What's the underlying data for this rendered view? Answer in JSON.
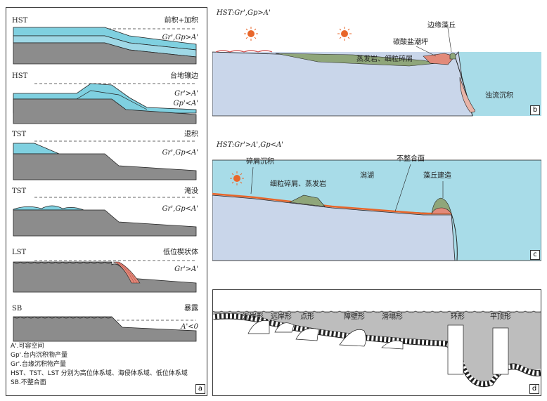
{
  "panel_a": {
    "tag": "a",
    "rows": [
      {
        "code": "HST",
        "title": "前积+加积",
        "formula": "Gr',Gp>A'"
      },
      {
        "code": "HST",
        "title": "台地镶边",
        "formula": "Gr'>A'",
        "formula2": "Gp'<A'"
      },
      {
        "code": "TST",
        "title": "退积",
        "formula": "Gr',Gp<A'"
      },
      {
        "code": "TST",
        "title": "淹没",
        "formula": "Gr',Gp<A'"
      },
      {
        "code": "LST",
        "title": "低位楔状体",
        "formula": "Gr'>A'"
      },
      {
        "code": "SB",
        "title": "暴露",
        "formula": "A'<0"
      }
    ],
    "legend": [
      "A'.可容空间",
      "Gp'.台内沉积物产量",
      "Gr'.台缘沉积物产量",
      "HST、TST、LST 分别为高位体系域、海侵体系域、低位体系域",
      "SB.不整合面"
    ]
  },
  "panel_b": {
    "tag": "b",
    "header": "HST:Gr',Gp>A'",
    "labels": {
      "reef": "边缘藻丘",
      "tidal": "碳酸盐潮坪",
      "evap": "蒸发岩、细粒碎屑",
      "turbid": "浊流沉积"
    }
  },
  "panel_c": {
    "tag": "c",
    "header": "HST:Gr'>A',Gp<A'",
    "labels": {
      "clastic": "碎屑沉积",
      "fine": "细粒碎屑、蒸发岩",
      "lagoon": "潟湖",
      "unconf": "不整合面",
      "mound": "藻丘建造"
    }
  },
  "panel_d": {
    "tag": "d",
    "labels": [
      "近岸形",
      "远岸形",
      "点形",
      "障壁形",
      "滑塌形",
      "环形",
      "平顶形"
    ]
  },
  "colors": {
    "sea": "#a8dce8",
    "rock": "#8c8c8c",
    "deep": "#c9d6ea",
    "pink": "#e28a7a",
    "green": "#8fa67a"
  }
}
